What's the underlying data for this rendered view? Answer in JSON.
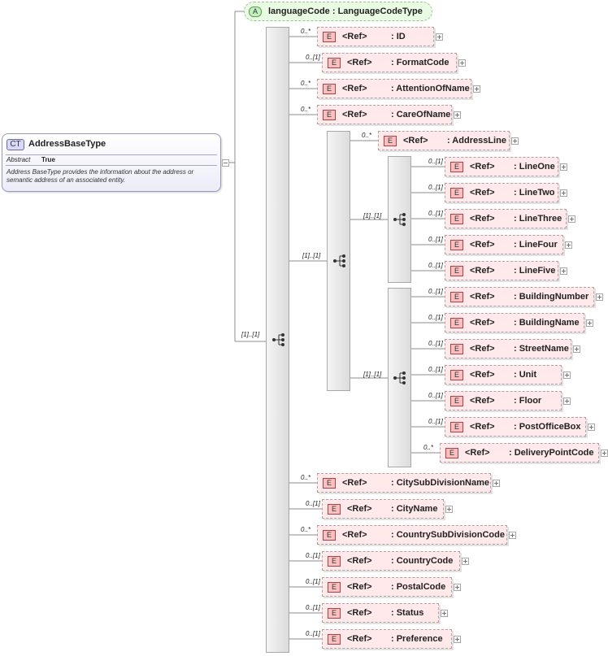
{
  "complex_type": {
    "badge": "CT",
    "name": "AddressBaseType",
    "property_key": "Abstract",
    "property_value": "True",
    "documentation": "Address BaseType provides the information about the address or semantic address of an associated entity."
  },
  "attribute": {
    "badge": "A",
    "name": "languageCode",
    "type": "LanguageCodeType"
  },
  "element_badge": "E",
  "ref_label": "<Ref>",
  "sequences": [
    {
      "id": "main",
      "multiplicity": "[1]..[1]"
    },
    {
      "id": "address-lines-choice",
      "multiplicity": "[1]..[1]"
    },
    {
      "id": "line-group",
      "multiplicity": "[1]..[1]"
    },
    {
      "id": "building-group",
      "multiplicity": "[1]..[1]"
    }
  ],
  "elements": [
    {
      "name": ": ID",
      "multiplicity": "0..*"
    },
    {
      "name": ": FormatCode",
      "multiplicity": "0..[1]"
    },
    {
      "name": ": AttentionOfName",
      "multiplicity": "0..*"
    },
    {
      "name": ": CareOfName",
      "multiplicity": "0..*"
    },
    {
      "name": ": AddressLine",
      "multiplicity": "0..*"
    },
    {
      "name": ": LineOne",
      "multiplicity": "0..[1]"
    },
    {
      "name": ": LineTwo",
      "multiplicity": "0..[1]"
    },
    {
      "name": ": LineThree",
      "multiplicity": "0..[1]"
    },
    {
      "name": ": LineFour",
      "multiplicity": "0..[1]"
    },
    {
      "name": ": LineFive",
      "multiplicity": "0..[1]"
    },
    {
      "name": ": BuildingNumber",
      "multiplicity": "0..[1]"
    },
    {
      "name": ": BuildingName",
      "multiplicity": "0..[1]"
    },
    {
      "name": ": StreetName",
      "multiplicity": "0..[1]"
    },
    {
      "name": ": Unit",
      "multiplicity": "0..[1]"
    },
    {
      "name": ": Floor",
      "multiplicity": "0..[1]"
    },
    {
      "name": ": PostOfficeBox",
      "multiplicity": "0..[1]"
    },
    {
      "name": ": DeliveryPointCode",
      "multiplicity": "0..*"
    },
    {
      "name": ": CitySubDivisionName",
      "multiplicity": "0..*"
    },
    {
      "name": ": CityName",
      "multiplicity": "0..[1]"
    },
    {
      "name": ": CountrySubDivisionCode",
      "multiplicity": "0..*"
    },
    {
      "name": ": CountryCode",
      "multiplicity": "0..[1]"
    },
    {
      "name": ": PostalCode",
      "multiplicity": "0..[1]"
    },
    {
      "name": ": Status",
      "multiplicity": "0..[1]"
    },
    {
      "name": ": Preference",
      "multiplicity": "0..[1]"
    }
  ]
}
